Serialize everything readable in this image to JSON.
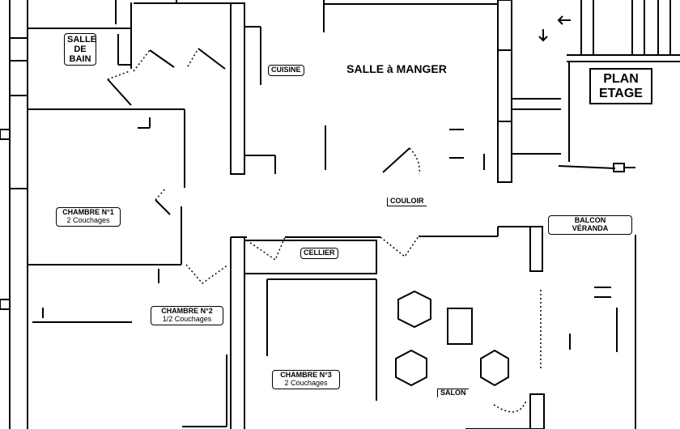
{
  "title": {
    "line1": "PLAN",
    "line2": "ETAGE"
  },
  "rooms": {
    "bathroom": {
      "line1": "SALLE",
      "line2": "DE",
      "line3": "BAIN"
    },
    "kitchen": "CUISINE",
    "dining": "SALLE à MANGER",
    "corridor": "COULOIR",
    "bedroom1": {
      "name": "CHAMBRE N°1",
      "beds": "2 Couchages"
    },
    "bedroom2": {
      "name": "CHAMBRE N°2",
      "beds": "1/2 Couchages"
    },
    "bedroom3": {
      "name": "CHAMBRE N°3",
      "beds": "2 Couchages"
    },
    "storage": "CELLIER",
    "balcony": {
      "line1": "BALCON",
      "line2": "VÉRANDA"
    },
    "living": "SALON"
  },
  "colors": {
    "wall": "#000000",
    "background": "#ffffff"
  }
}
